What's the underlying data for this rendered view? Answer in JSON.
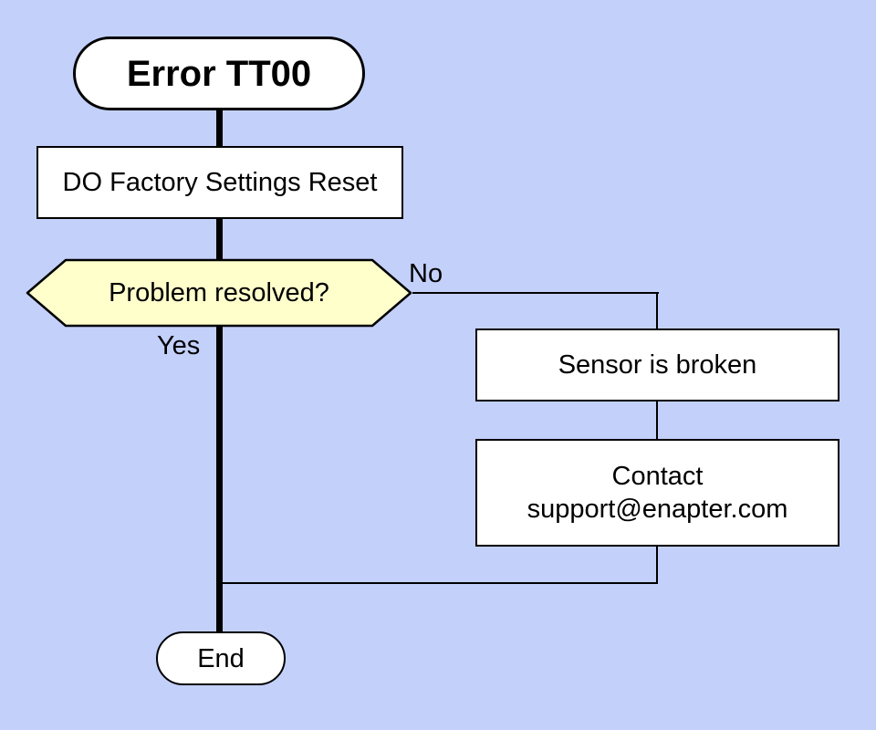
{
  "flowchart": {
    "start": {
      "label": "Error TT00"
    },
    "process_reset": {
      "label": "DO Factory Settings Reset"
    },
    "decision": {
      "label": "Problem resolved?"
    },
    "branch_no": {
      "label": "No"
    },
    "branch_yes": {
      "label": "Yes"
    },
    "sensor": {
      "label": "Sensor is broken"
    },
    "contact": {
      "line1": "Contact",
      "line2": "support@enapter.com"
    },
    "end": {
      "label": "End"
    },
    "colors": {
      "background": "#c3d0fa",
      "node_fill": "#ffffff",
      "decision_fill": "#ffffcc",
      "line": "#000000"
    }
  }
}
